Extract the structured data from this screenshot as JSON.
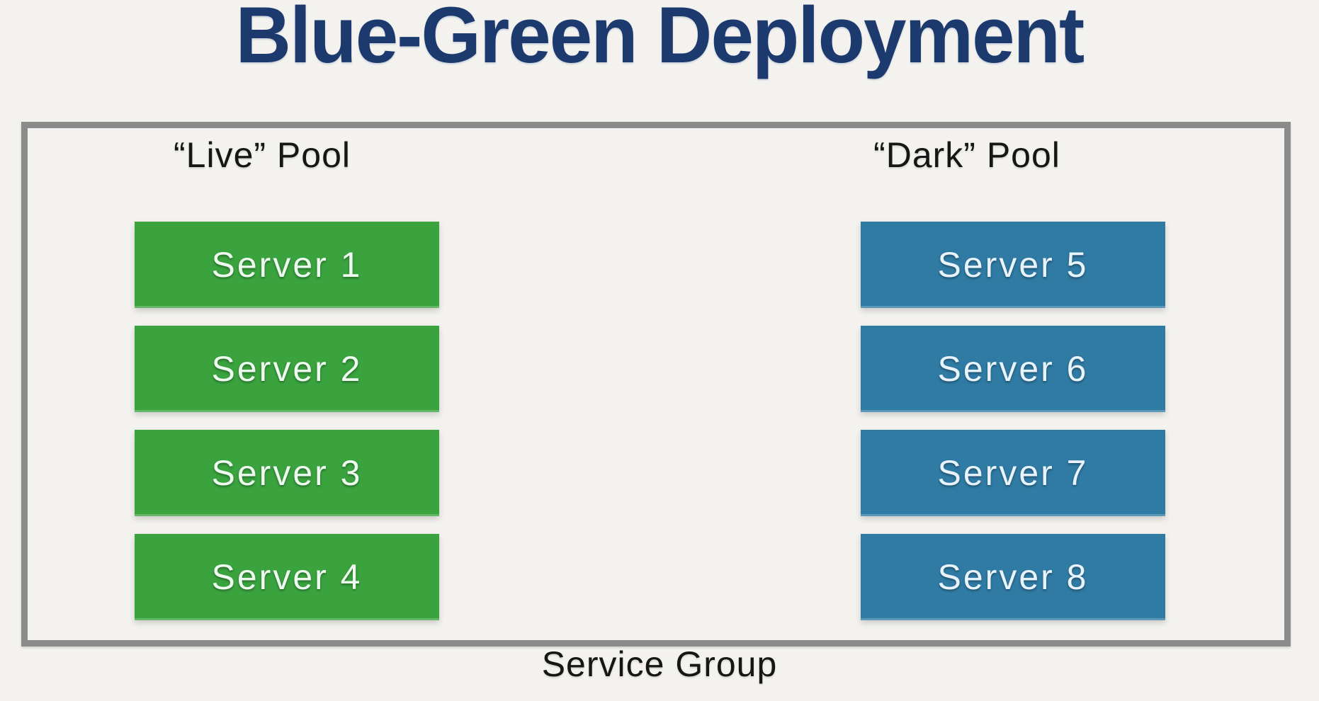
{
  "page": {
    "title": "Blue-Green Deployment",
    "footer_label": "Service Group"
  },
  "colors": {
    "background": "#f3f2ee",
    "title": "#1d3a6e",
    "group-border": "#8b8b8b",
    "live-box": "#3aa33e",
    "live-text": "#eefaef",
    "dark-box": "#2f7ba4",
    "dark-text": "#e9f3fb",
    "label-text": "#161616"
  },
  "pools": [
    {
      "name": "live",
      "label": "“Live” Pool",
      "servers": [
        {
          "label": "Server 1"
        },
        {
          "label": "Server 2"
        },
        {
          "label": "Server 3"
        },
        {
          "label": "Server 4"
        }
      ]
    },
    {
      "name": "dark",
      "label": "“Dark” Pool",
      "servers": [
        {
          "label": "Server 5"
        },
        {
          "label": "Server 6"
        },
        {
          "label": "Server 7"
        },
        {
          "label": "Server 8"
        }
      ]
    }
  ]
}
